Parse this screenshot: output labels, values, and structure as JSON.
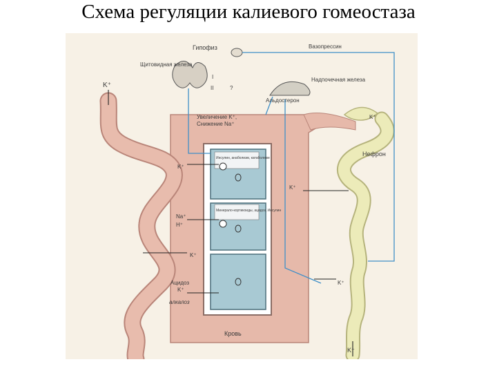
{
  "title": "Схема регуляции калиевого гомеостаза",
  "labels": {
    "hypophysis": "Гипофиз",
    "thyroid": "Щитовидная железа",
    "vasopressin": "Вазопрессин",
    "adrenal": "Надпочечная железа",
    "aldosterone": "Альдостерон",
    "increase_k": "Увеличение K⁺,",
    "decrease_na": "Снижение Na⁺",
    "nephron": "Нефрон",
    "blood": "Кровь",
    "k_intake": "K⁺",
    "k_out": "K⁺",
    "k_plus": "K⁺",
    "na_plus": "Na⁺",
    "h_plus": "H⁺",
    "acidosis": "Ацидоз",
    "alkalosis": "алкалоз",
    "cell1_text": "Инсулин, анаболизм, катаболизм",
    "cell2_text": "Минерало-кортикоиды, ацидоз, Инсулин",
    "marker_i": "I",
    "marker_ii": "II",
    "marker_q": "?"
  },
  "colors": {
    "background_panel": "#f7f1e6",
    "pink_tissue": "#e6b9aa",
    "pink_outline": "#b98579",
    "nephron_yellow": "#ecebb9",
    "nephron_outline": "#b5b37c",
    "cell_blue": "#a8c9d3",
    "arrow_blue": "#3f8fc8"
  }
}
